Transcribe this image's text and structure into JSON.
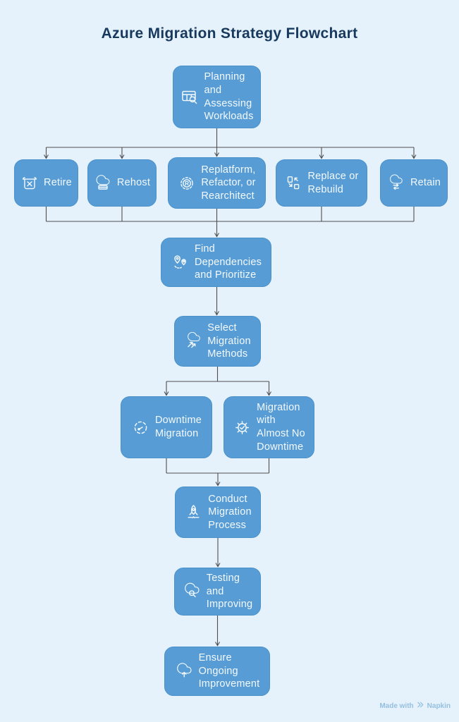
{
  "title": "Azure Migration Strategy Flowchart",
  "watermark": {
    "prefix": "Made with",
    "brand": "Napkin"
  },
  "colors": {
    "background": "#e5f1fb",
    "node_fill": "#579cd5",
    "node_border": "#4b92cb",
    "node_text": "#f3f9fd",
    "title_text": "#17395e",
    "connector": "#4f4f4f",
    "watermark_text": "#95c0df"
  },
  "nodes": [
    {
      "id": "planning",
      "label": "Planning\nand\nAssessing\nWorkloads",
      "icon": "table-search-icon"
    },
    {
      "id": "retire",
      "label": "Retire",
      "icon": "trash-box-icon"
    },
    {
      "id": "rehost",
      "label": "Rehost",
      "icon": "cloud-server-icon"
    },
    {
      "id": "replatform",
      "label": "Replatform,\nRefactor, or\nRearchitect",
      "icon": "gear-r-icon"
    },
    {
      "id": "replace",
      "label": "Replace or\nRebuild",
      "icon": "swap-shapes-icon"
    },
    {
      "id": "retain",
      "label": "Retain",
      "icon": "cloud-return-icon"
    },
    {
      "id": "find_dependencies",
      "label": "Find\nDependencies\nand Prioritize",
      "icon": "map-pins-icon"
    },
    {
      "id": "select_methods",
      "label": "Select\nMigration\nMethods",
      "icon": "cloud-arrows-icon"
    },
    {
      "id": "downtime",
      "label": "Downtime\nMigration",
      "icon": "timer-icon"
    },
    {
      "id": "no_downtime",
      "label": "Migration\nwith\nAlmost No\nDowntime",
      "icon": "gear-check-icon"
    },
    {
      "id": "conduct",
      "label": "Conduct\nMigration\nProcess",
      "icon": "rocket-launch-icon"
    },
    {
      "id": "testing",
      "label": "Testing\nand\nImproving",
      "icon": "cloud-search-icon"
    },
    {
      "id": "ensure",
      "label": "Ensure\nOngoing\nImprovement",
      "icon": "cloud-upload-icon"
    }
  ]
}
